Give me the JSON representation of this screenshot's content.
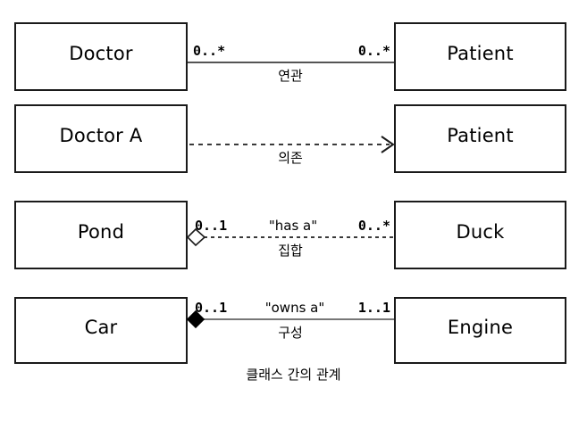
{
  "caption": "클래스 간의 관계",
  "colors": {
    "box_border": "#1a1a1a",
    "line": "#555555",
    "text": "#000000",
    "background": "#ffffff",
    "diamond_fill_composition": "#000000",
    "diamond_fill_aggregation": "#ffffff"
  },
  "relationships": [
    {
      "id": "association",
      "source": "Doctor",
      "target": "Patient",
      "source_multiplicity": "0..*",
      "target_multiplicity": "0..*",
      "stereotype": "",
      "name": "연관",
      "line_style": "solid",
      "end_marker": "none"
    },
    {
      "id": "dependency",
      "source": "Doctor A",
      "target": "Patient",
      "source_multiplicity": "",
      "target_multiplicity": "",
      "stereotype": "",
      "name": "의존",
      "line_style": "dashed",
      "end_marker": "open-arrow"
    },
    {
      "id": "aggregation",
      "source": "Pond",
      "target": "Duck",
      "source_multiplicity": "0..1",
      "target_multiplicity": "0..*",
      "stereotype": "\"has a\"",
      "name": "집합",
      "line_style": "dashed",
      "end_marker": "hollow-diamond"
    },
    {
      "id": "composition",
      "source": "Car",
      "target": "Engine",
      "source_multiplicity": "0..1",
      "target_multiplicity": "1..1",
      "stereotype": "\"owns a\"",
      "name": "구성",
      "line_style": "solid",
      "end_marker": "filled-diamond"
    }
  ]
}
